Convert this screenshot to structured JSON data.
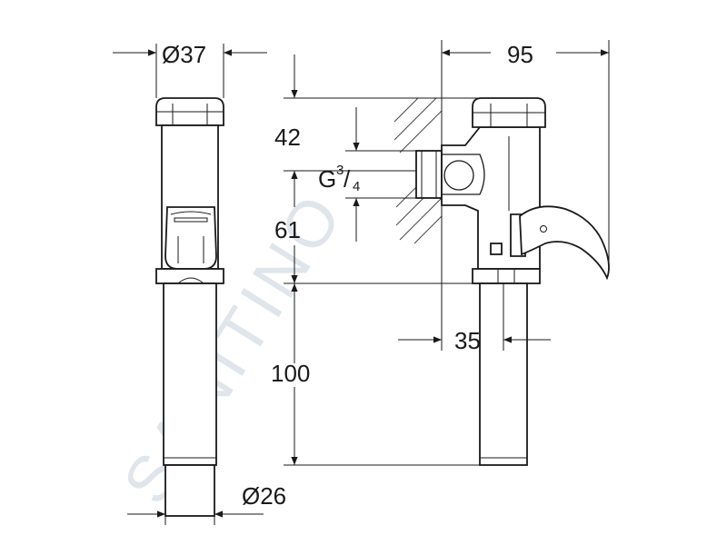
{
  "dimensions": {
    "top_diameter": "Ø37",
    "bottom_diameter": "Ø26",
    "width_95": "95",
    "height_42": "42",
    "thread_g": "G",
    "thread_num": "3",
    "thread_den": "4",
    "height_61": "61",
    "height_100": "100",
    "width_35": "35"
  },
  "watermark": "SANITINO",
  "colors": {
    "line": "#1a1a1a",
    "watermark": "#dfe5ea"
  }
}
